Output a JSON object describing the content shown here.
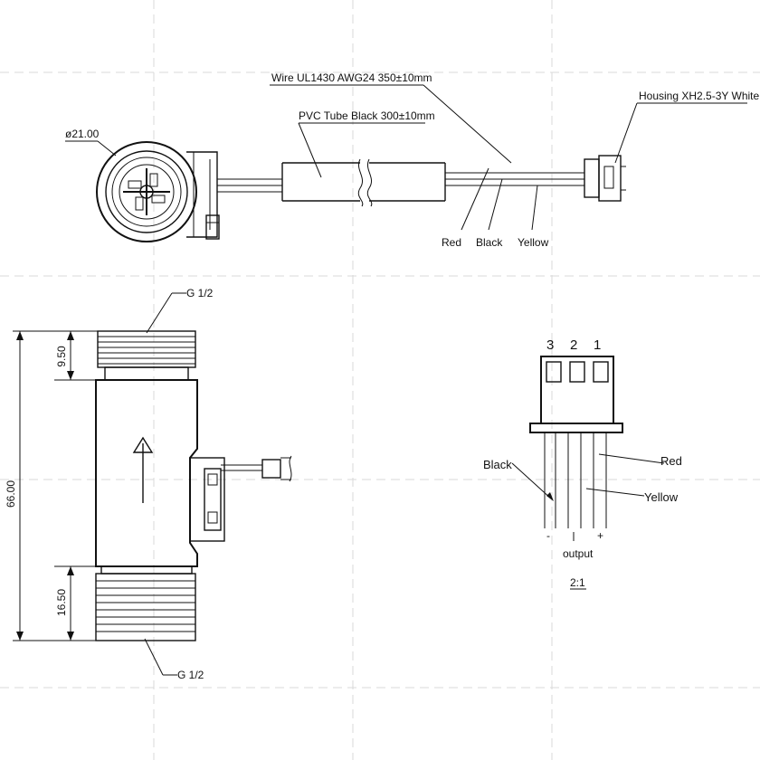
{
  "top_view": {
    "diameter_label": "ø21.00",
    "wire_label": "Wire UL1430 AWG24  350±10mm",
    "tube_label": "PVC Tube Black 300±10mm",
    "housing_label": "Housing XH2.5-3Y White",
    "wire_colors": [
      "Red",
      "Black",
      "Yellow"
    ]
  },
  "side_view": {
    "thread_top": "G 1/2",
    "thread_bottom": "G 1/2",
    "dim_total": "66.00",
    "dim_top": "9.50",
    "dim_bottom": "16.50"
  },
  "connector_view": {
    "pin_numbers": [
      "3",
      "2",
      "1"
    ],
    "wire_black": "Black",
    "wire_red": "Red",
    "wire_yellow": "Yellow",
    "sign_minus": "-",
    "sign_plus": "+",
    "output_label": "output",
    "scale": "2:1"
  }
}
